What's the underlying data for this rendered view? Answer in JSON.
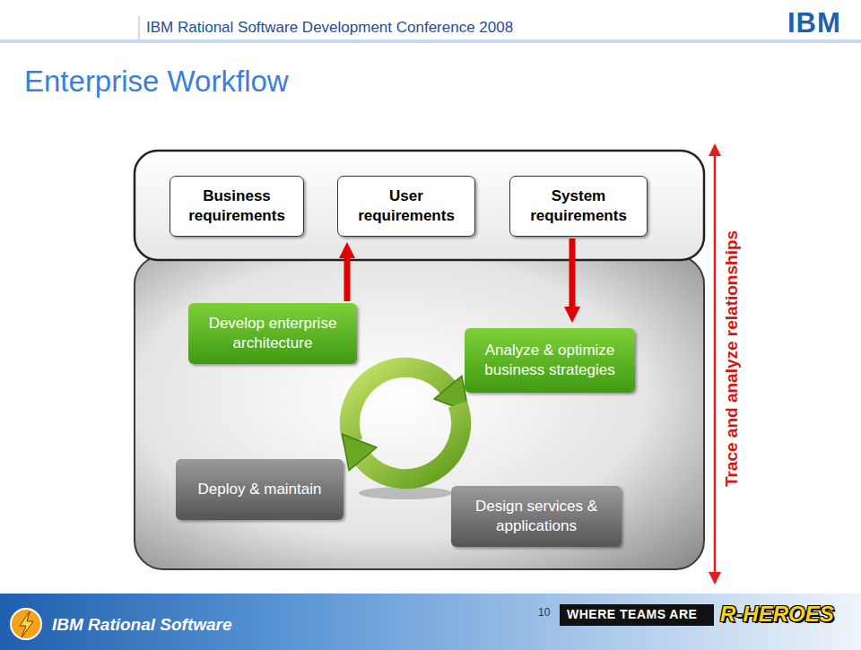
{
  "diagram": {
    "title": "Enterprise Workflow",
    "nodes": [
      {
        "text": [
          "Business requirements"
        ]
      },
      {
        "text": [
          "User requirements"
        ]
      },
      {
        "text": [
          "System requirements"
        ]
      },
      {
        "text": [
          "Develop enterprise architecture"
        ]
      },
      {
        "text": [
          "Analyze & optimize business strategies"
        ]
      },
      {
        "text": [
          "Deploy & maintain"
        ]
      },
      {
        "text": [
          "Design services & applications"
        ]
      }
    ],
    "edges": [
      {
        "from": 3,
        "to": 1,
        "arrow": "to"
      },
      {
        "from": 2,
        "to": 4,
        "arrow": "to"
      }
    ],
    "labels": [
      "IBM Rational Software Development Conference 2008",
      "IBM",
      "Trace and analyze relationships",
      "IBM Rational Software",
      "10",
      "WHERE TEAMS ARE",
      "R-HEROES"
    ]
  }
}
